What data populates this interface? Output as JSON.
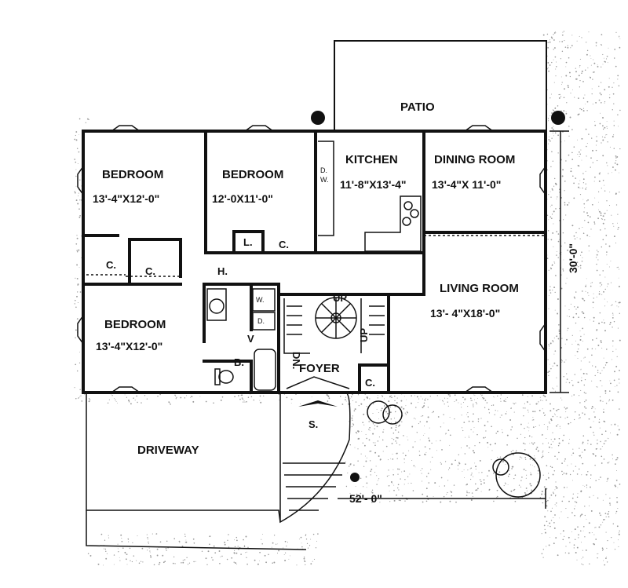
{
  "rooms": {
    "bedroom_left_top": {
      "name": "BEDROOM",
      "dim": "13'-4\"X12'-0\""
    },
    "bedroom_mid_top": {
      "name": "BEDROOM",
      "dim": "12'-0X11'-0\""
    },
    "kitchen": {
      "name": "KITCHEN",
      "dim": "11'-8\"X13'-4\""
    },
    "dining": {
      "name": "DINING ROOM",
      "dim": "13'-4\"X 11'-0\""
    },
    "living": {
      "name": "LIVING ROOM",
      "dim": "13'- 4\"X18'-0\""
    },
    "bedroom_left_bottom": {
      "name": "BEDROOM",
      "dim": "13'-4\"X12'-0\""
    },
    "patio": "PATIO",
    "driveway": "DRIVEWAY",
    "foyer": "FOYER"
  },
  "labels": {
    "closet_1": "C.",
    "closet_2": "C.",
    "closet_3": "C.",
    "closet_4": "C.",
    "linen": "L.",
    "hall": "H.",
    "bath": "B.",
    "stoop": "S.",
    "up_main": "UP",
    "up_side": "UP",
    "down": "DN.",
    "washer": "W.",
    "dryer": "D.",
    "dishwasher_d": "D.",
    "dishwasher_w": "W.",
    "water_heater": "V"
  },
  "dimensions": {
    "width": "52'- 0\"",
    "depth": "30'-0\""
  }
}
